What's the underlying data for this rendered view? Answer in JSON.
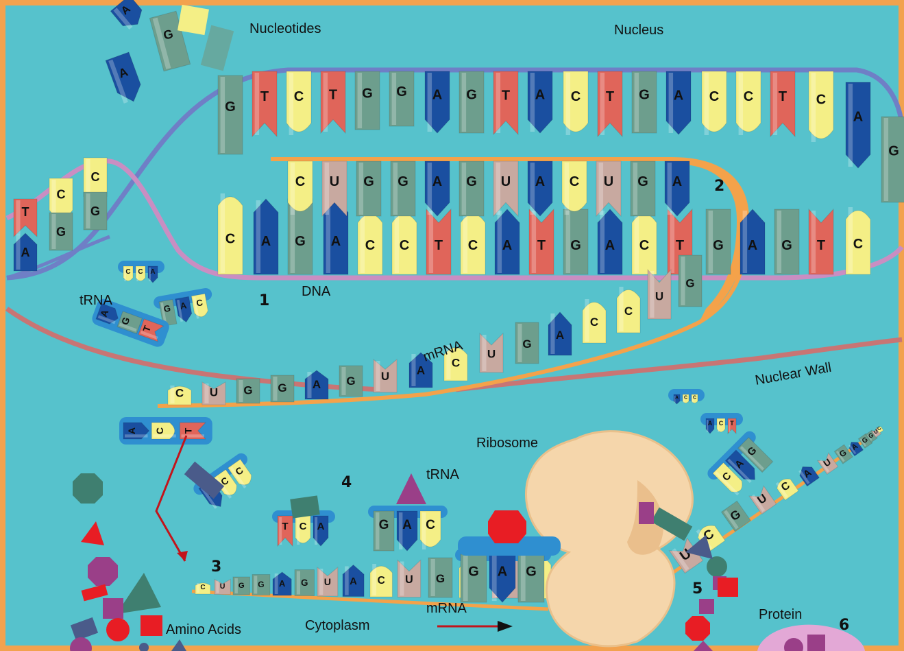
{
  "labels": {
    "nucleotides": "Nucleotides",
    "nucleus": "Nucleus",
    "dna": "DNA",
    "trna_top": "tRNA",
    "mrna_nucleus": "mRNA",
    "nuclear_wall": "Nuclear Wall",
    "ribosome": "Ribosome",
    "trna_mid": "tRNA",
    "mrna_cytoplasm": "mRNA",
    "amino_acids": "Amino Acids",
    "cytoplasm": "Cytoplasm",
    "protein": "Protein"
  },
  "steps": {
    "s1": "1",
    "s2": "2",
    "s3": "3",
    "s4": "4",
    "s5": "5",
    "s6": "6"
  },
  "sequences": {
    "dna_top_strand": [
      "G",
      "T",
      "C",
      "T",
      "G",
      "G",
      "A",
      "G",
      "T",
      "A",
      "C",
      "T",
      "G",
      "A",
      "C",
      "C",
      "T",
      "C",
      "A",
      "G"
    ],
    "dna_left_top": [
      "T",
      "C",
      "C"
    ],
    "dna_left_bottom": [
      "A",
      "G",
      "G"
    ],
    "mrna_on_template": [
      "C",
      "U",
      "G",
      "G",
      "A",
      "G",
      "U",
      "A",
      "C",
      "U",
      "G",
      "A"
    ],
    "dna_template_strand": [
      "C",
      "A",
      "G",
      "A",
      "C",
      "C",
      "T",
      "C",
      "A",
      "T",
      "G",
      "A",
      "C",
      "T",
      "G",
      "A",
      "G",
      "T",
      "C"
    ],
    "mrna_exit": [
      "C",
      "U",
      "G",
      "G",
      "A",
      "G",
      "U",
      "A",
      "C",
      "U",
      "G",
      "A",
      "C",
      "C",
      "U",
      "G"
    ],
    "mrna_cytoplasm": [
      "C",
      "U",
      "G",
      "G",
      "A",
      "G",
      "U",
      "A",
      "C",
      "U",
      "G",
      "C",
      "U",
      "C"
    ],
    "mrna_exit_ribosome": [
      "U",
      "C",
      "G",
      "U",
      "C",
      "A",
      "U",
      "G",
      "A",
      "G",
      "G",
      "U",
      "C"
    ],
    "trna_anticodons": {
      "cca": [
        "C",
        "C",
        "A"
      ],
      "gac_top": [
        "G",
        "A",
        "C"
      ],
      "agt": [
        "A",
        "G",
        "T"
      ],
      "act_left": [
        "A",
        "C",
        "T"
      ],
      "acc_left": [
        "A",
        "C",
        "C"
      ],
      "tca": [
        "T",
        "C",
        "A"
      ],
      "gac_mid": [
        "G",
        "A",
        "C"
      ],
      "gag_ribosome": [
        "G",
        "A",
        "G"
      ],
      "acc_small": [
        "A",
        "C",
        "C"
      ],
      "act_right": [
        "A",
        "C",
        "T"
      ],
      "cag": [
        "C",
        "A",
        "G"
      ],
      "nucleotide_a1": "A",
      "nucleotide_g": "G",
      "nucleotide_a2": "A"
    }
  },
  "colors": {
    "background": "#56c2cc",
    "border": "#f2a24e",
    "strand_purple": "#6f7fc6",
    "strand_pink": "#c98ec2",
    "mrna_orange": "#f4a24a",
    "nuclear_wall": "#c87574",
    "ribosome": "#f5d6ab",
    "arrow_red": "#c2141b",
    "A": "#1a4fa0",
    "C": "#f4ef86",
    "G": "#6d9e8d",
    "T": "#e0655a",
    "U": "#c8a9a0",
    "amino_red": "#e81d24",
    "amino_purple": "#9a3f88",
    "amino_green": "#3f7f70"
  }
}
